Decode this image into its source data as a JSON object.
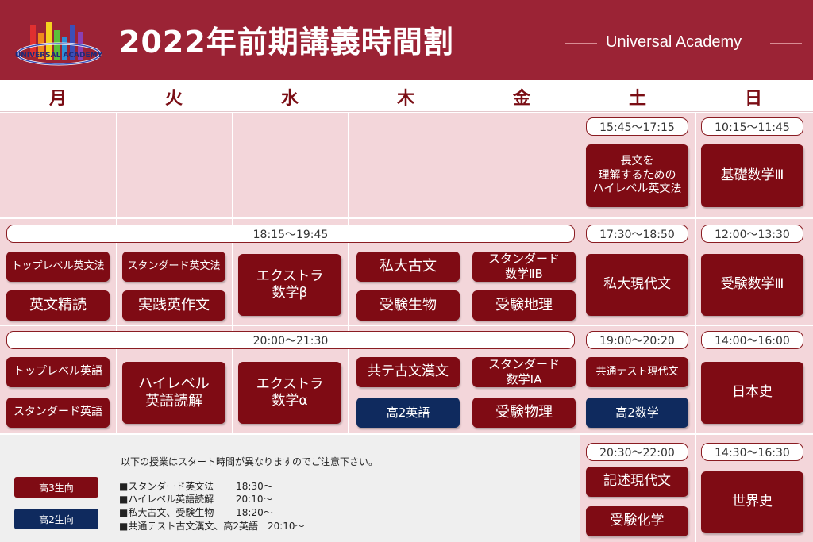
{
  "header": {
    "title": "2022年前期講義時間割",
    "brand": "Universal Academy",
    "logo_text": "UNIVERSAL ACADEMY"
  },
  "days": [
    "月",
    "火",
    "水",
    "木",
    "金",
    "土",
    "日"
  ],
  "times": {
    "weekday_1": "18:15〜19:45",
    "weekday_2": "20:00〜21:30",
    "sat_1": "15:45〜17:15",
    "sat_2": "17:30〜18:50",
    "sat_3": "19:00〜20:20",
    "sat_4": "20:30〜22:00",
    "sun_1": "10:15〜11:45",
    "sun_2": "12:00〜13:30",
    "sun_3": "14:00〜16:00",
    "sun_4": "14:30〜16:30"
  },
  "classes": {
    "mon_1a": "トップレベル英文法",
    "mon_1b": "英文精読",
    "mon_2a": "トップレベル英語",
    "mon_2b": "スタンダード英語",
    "tue_1a": "スタンダード英文法",
    "tue_1b": "実践英作文",
    "tue_2": "ハイレベル\n英語読解",
    "wed_1": "エクストラ\n数学β",
    "wed_2": "エクストラ\n数学α",
    "thu_1a": "私大古文",
    "thu_1b": "受験生物",
    "thu_2a": "共テ古文漢文",
    "thu_2b": "高2英語",
    "fri_1a": "スタンダード\n数学ⅡB",
    "fri_1b": "受験地理",
    "fri_2a": "スタンダード\n数学ⅠA",
    "fri_2b": "受験物理",
    "sat_1": "長文を\n理解するための\nハイレベル英文法",
    "sat_2": "私大現代文",
    "sat_3a": "共通テスト現代文",
    "sat_3b": "高2数学",
    "sat_4a": "記述現代文",
    "sat_4b": "受験化学",
    "sun_1": "基礎数学Ⅲ",
    "sun_2": "受験数学Ⅲ",
    "sun_3": "日本史",
    "sun_4": "世界史"
  },
  "legend": {
    "grade3": "高3生向",
    "grade2": "高2生向"
  },
  "notes": {
    "intro": "以下の授業はスタート時間が異なりますのでご注意下さい。",
    "lines": [
      "■スタンダード英文法　　 18:30〜",
      "■ハイレベル英語読解　　 20:10〜",
      "■私大古文、受験生物　　 18:20〜",
      "■共通テスト古文漢文、高2英語　20:10〜"
    ]
  },
  "colors": {
    "header": "#9b2335",
    "grade3_class": "#7f0b14",
    "grade2_class": "#0f2a5e",
    "cell_pink": "#f3d6da",
    "cell_gray": "#efefef"
  }
}
